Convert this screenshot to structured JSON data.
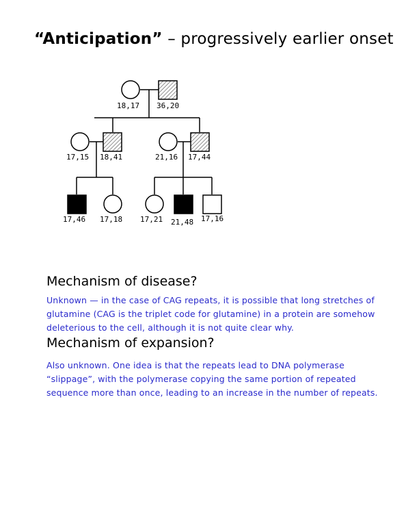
{
  "title": {
    "bold": "“Anticipation”",
    "rest": " – progressively earlier onset"
  },
  "pedigree": {
    "colors": {
      "line": "#000000",
      "affected_fill": "#000000",
      "unaffected_fill": "#ffffff",
      "carrier_hatch": "#555555"
    },
    "individuals": [
      {
        "id": "gen1-female",
        "label": "18,17"
      },
      {
        "id": "gen1-male",
        "label": "36,20"
      },
      {
        "id": "gen2-left-female",
        "label": "17,15"
      },
      {
        "id": "gen2-left-male",
        "label": "18,41"
      },
      {
        "id": "gen2-right-female",
        "label": "21,16"
      },
      {
        "id": "gen2-right-male",
        "label": "17,44"
      },
      {
        "id": "gen3-a-male",
        "label": "17,46"
      },
      {
        "id": "gen3-b-female",
        "label": "17,18"
      },
      {
        "id": "gen3-c-female",
        "label": "17,21"
      },
      {
        "id": "gen3-d-male",
        "label": "21,48"
      },
      {
        "id": "gen3-e-male",
        "label": "17,16"
      }
    ]
  },
  "sections": {
    "disease": {
      "heading": "Mechanism of disease?",
      "body": "Unknown — in the case of CAG repeats, it is possible that long stretches of glutamine (CAG is the triplet code for glutamine) in a protein are somehow deleterious to the cell, although it is not quite clear why."
    },
    "expansion": {
      "heading": "Mechanism of expansion?",
      "body": "Also unknown.  One idea is that the repeats lead to DNA polymerase “slippage”, with the polymerase copying the same portion of repeated sequence more than once, leading to an increase in the number of repeats."
    }
  }
}
